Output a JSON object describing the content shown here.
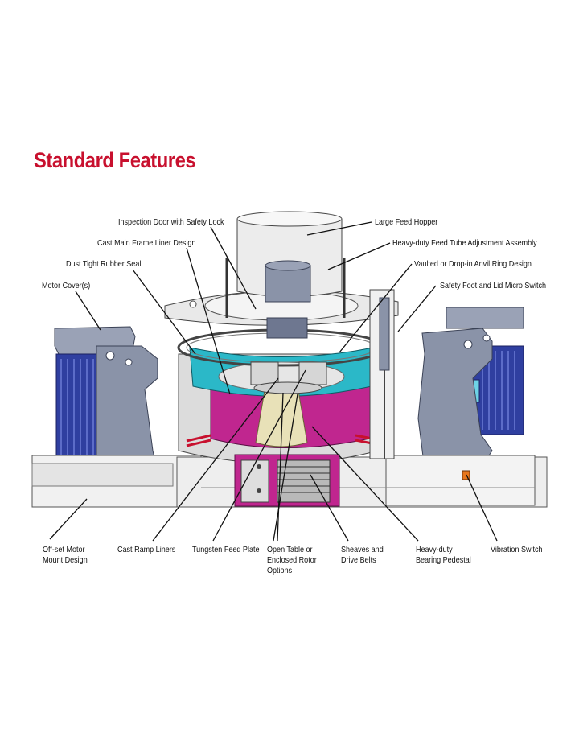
{
  "title": "Standard Features",
  "callouts": {
    "inspection_door": "Inspection Door with Safety Lock",
    "cast_main_frame": "Cast Main Frame Liner Design",
    "dust_tight_seal": "Dust Tight Rubber Seal",
    "motor_covers": "Motor Cover(s)",
    "large_feed_hopper": "Large Feed Hopper",
    "feed_tube_adjust": "Heavy-duty Feed Tube Adjustment Assembly",
    "anvil_ring": "Vaulted or Drop-in Anvil Ring Design",
    "safety_foot": "Safety Foot and Lid Micro Switch",
    "offset_motor": "Off-set Motor\nMount Design",
    "cast_ramp": "Cast Ramp Liners",
    "tungsten_plate": "Tungsten Feed Plate",
    "open_table": "Open Table or\nEnclosed Rotor\nOptions",
    "sheaves": "Sheaves and\nDrive Belts",
    "bearing_pedestal": "Heavy-duty\nBearing Pedestal",
    "vibration_switch": "Vibration Switch"
  },
  "colors": {
    "title": "#c8102e",
    "motor_blue": "#2f3fa0",
    "frame_gray": "#8a93a8",
    "cyan_liner": "#2bb8c8",
    "magenta_liner": "#c0268f",
    "stripe_red": "#c8102e"
  }
}
